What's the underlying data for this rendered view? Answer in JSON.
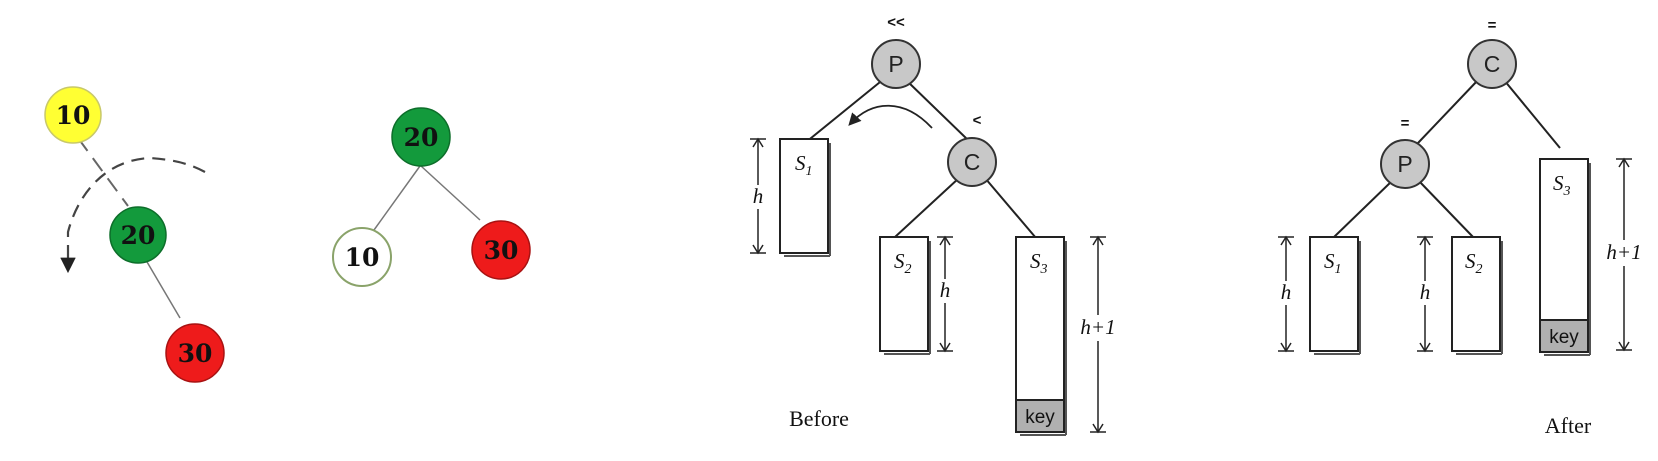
{
  "tree_rotation": {
    "before": {
      "root": "10",
      "middle": "20",
      "leaf": "30"
    },
    "after": {
      "root": "20",
      "left": "10",
      "right": "30"
    },
    "colors": {
      "yellow": "#ffff33",
      "green": "#139a3c",
      "red": "#ee1b1b",
      "white": "#ffffff"
    }
  },
  "avl_rotation": {
    "before": {
      "parent_label": "P",
      "parent_balance": "<<",
      "child_label": "C",
      "child_balance": "<",
      "s1": "S",
      "s1_sub": "1",
      "s2": "S",
      "s2_sub": "2",
      "s3": "S",
      "s3_sub": "3",
      "height": "h",
      "height_plus": "h+1",
      "key": "key",
      "caption": "Before"
    },
    "after": {
      "root_label": "C",
      "root_balance": "=",
      "child_label": "P",
      "child_balance": "=",
      "s1": "S",
      "s1_sub": "1",
      "s2": "S",
      "s2_sub": "2",
      "s3": "S",
      "s3_sub": "3",
      "height": "h",
      "height_plus": "h+1",
      "key": "key",
      "caption": "After"
    },
    "colors": {
      "node_fill": "#c8c8c8",
      "key_fill": "#b0b0b0"
    }
  }
}
